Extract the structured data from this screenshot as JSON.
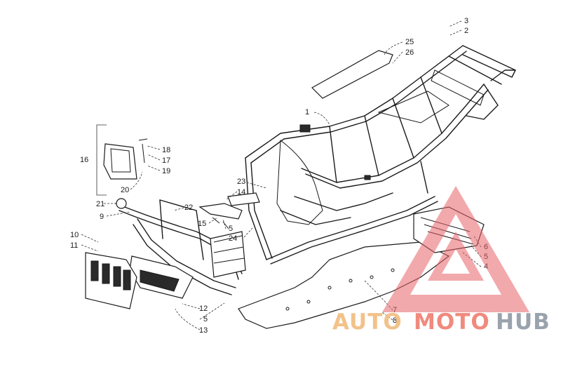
{
  "callouts": [
    {
      "label": "1"
    },
    {
      "label": "2"
    },
    {
      "label": "3"
    },
    {
      "label": "4"
    },
    {
      "label": "5"
    },
    {
      "label": "5"
    },
    {
      "label": "5"
    },
    {
      "label": "6"
    },
    {
      "label": "7"
    },
    {
      "label": "8"
    },
    {
      "label": "9"
    },
    {
      "label": "10"
    },
    {
      "label": "11"
    },
    {
      "label": "12"
    },
    {
      "label": "13"
    },
    {
      "label": "14"
    },
    {
      "label": "15"
    },
    {
      "label": "16"
    },
    {
      "label": "17"
    },
    {
      "label": "18"
    },
    {
      "label": "19"
    },
    {
      "label": "20"
    },
    {
      "label": "21"
    },
    {
      "label": "22"
    },
    {
      "label": "23"
    },
    {
      "label": "24"
    },
    {
      "label": "25"
    },
    {
      "label": "26"
    }
  ],
  "watermark": {
    "word1": "AUTO",
    "word2": "MOTO",
    "word3": "HUB",
    "color1": "#f2c28a",
    "color2": "#f08a7e",
    "color3": "#9aa3ad",
    "triangle_color": "#e8636a"
  }
}
